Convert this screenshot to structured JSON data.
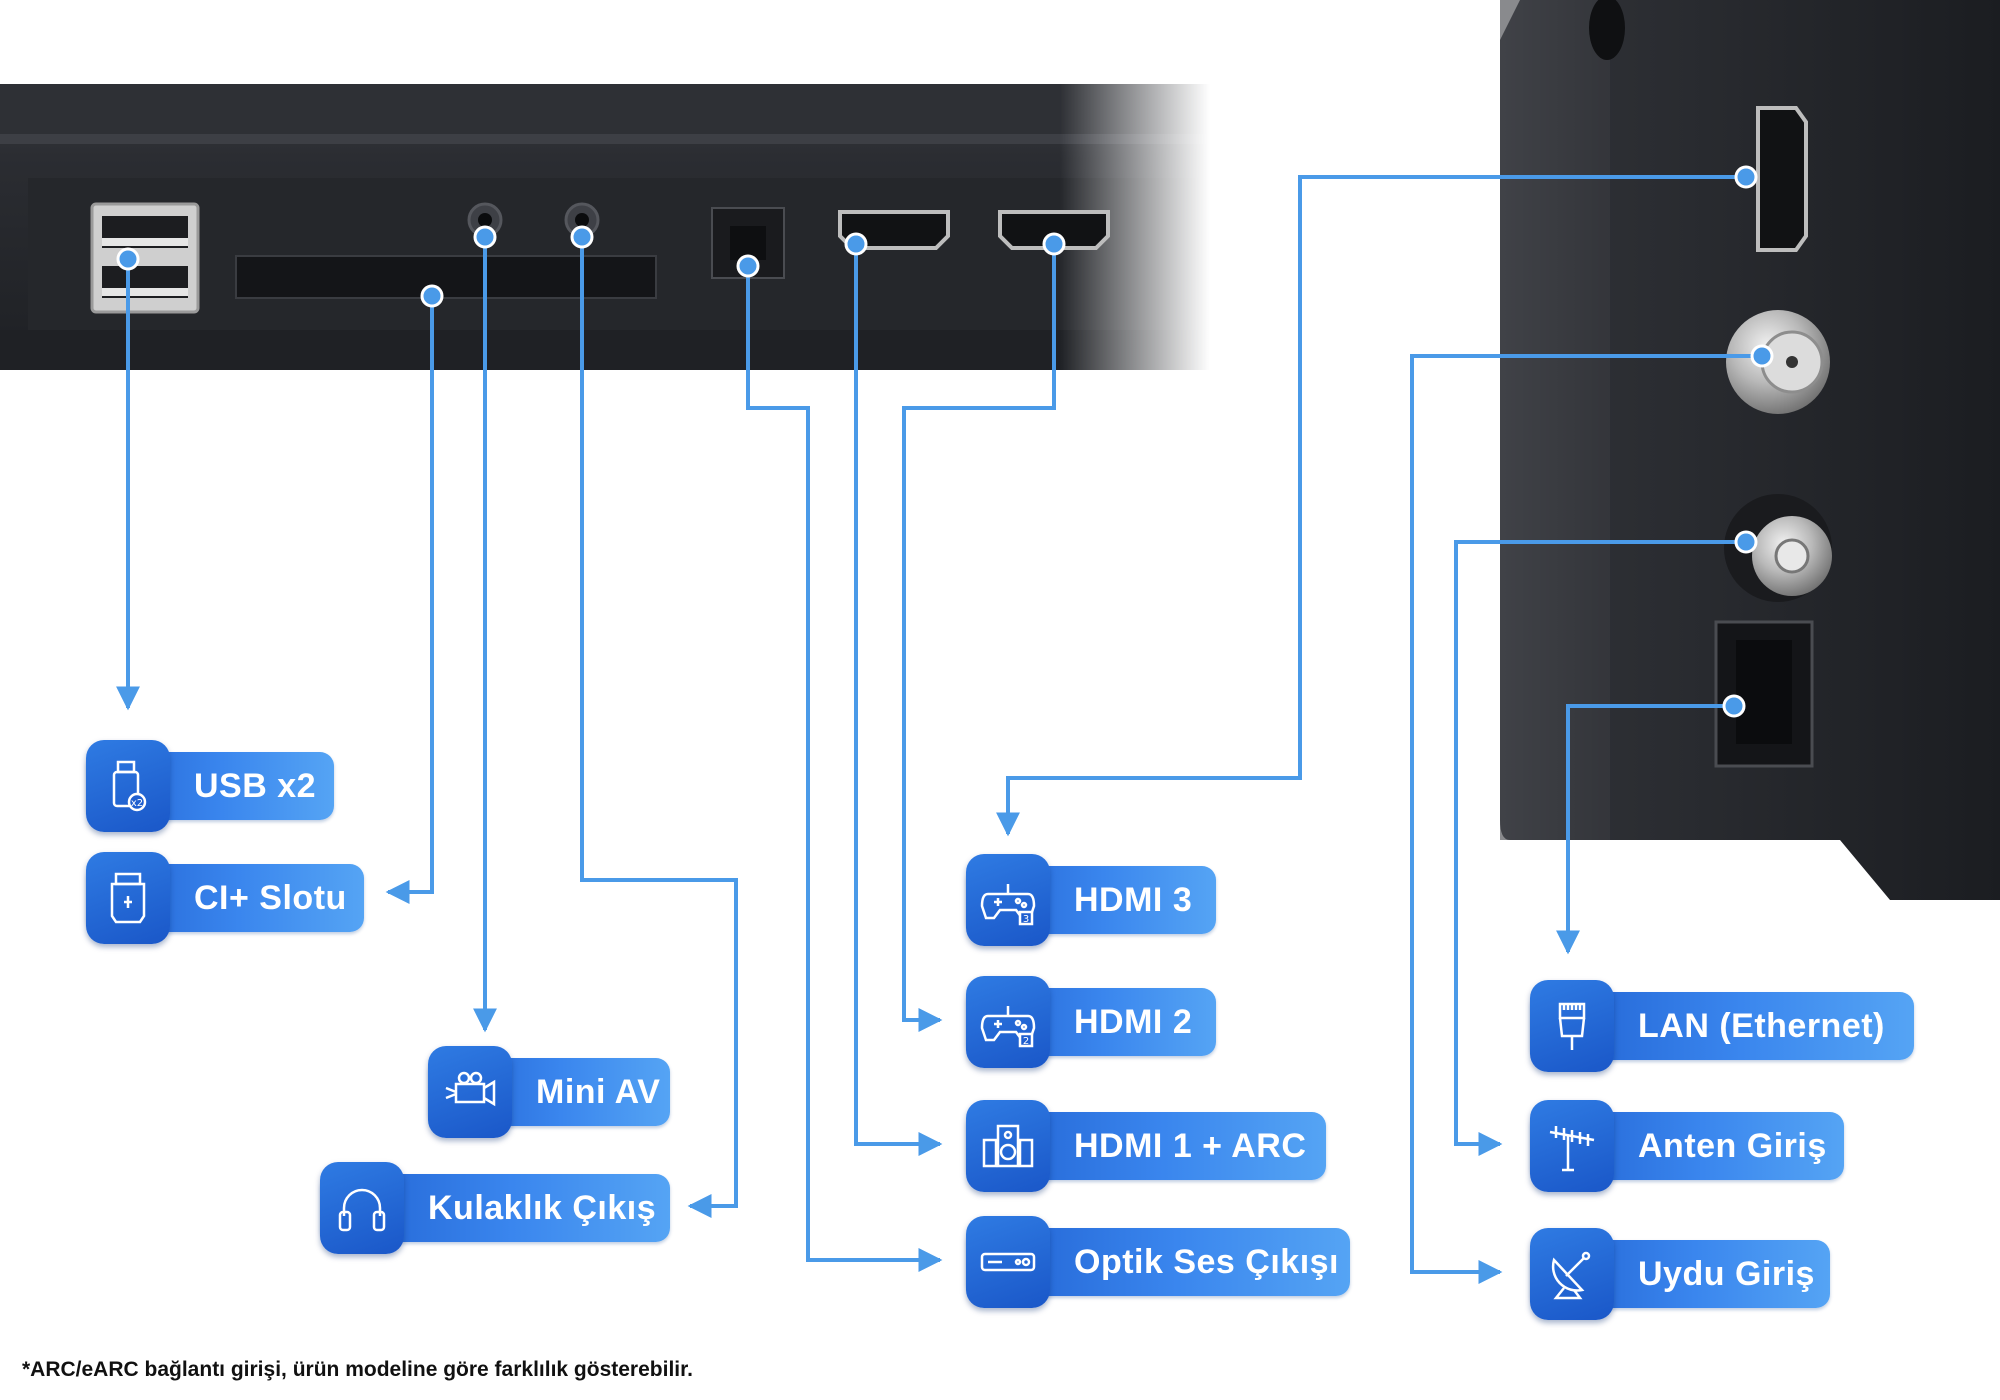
{
  "labels": {
    "usb": "USB x2",
    "ci": "CI+ Slotu",
    "miniav": "Mini AV",
    "kulaklik": "Kulaklık Çıkış",
    "hdmi3": "HDMI 3",
    "hdmi2": "HDMI 2",
    "hdmi1": "HDMI 1 + ARC",
    "optik": "Optik Ses Çıkışı",
    "lan": "LAN (Ethernet)",
    "anten": "Anten Giriş",
    "uydu": "Uydu Giriş"
  },
  "icon_badges": {
    "usb": "x2",
    "hdmi3": "3",
    "hdmi2": "2"
  },
  "icons": {
    "usb": "usb-drive-icon",
    "ci": "ci-card-icon",
    "miniav": "video-camera-icon",
    "kulaklik": "headphones-icon",
    "hdmi3": "gamepad-icon",
    "hdmi2": "gamepad-icon",
    "hdmi1": "speaker-system-icon",
    "optik": "receiver-box-icon",
    "lan": "ethernet-plug-icon",
    "anten": "antenna-icon",
    "uydu": "satellite-dish-icon"
  },
  "footnote": "*ARC/eARC bağlantı girişi, ürün modeline göre farklılık gösterebilir.",
  "colors": {
    "line": "#4a9ae8",
    "pill_start": "#1f5fd0",
    "pill_end": "#55a4f4",
    "panel": "#2a2c31"
  }
}
